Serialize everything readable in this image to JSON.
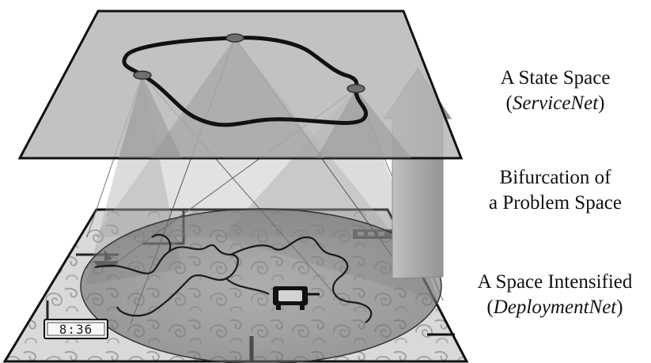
{
  "labels": {
    "state_space": {
      "line1": "A State Space",
      "open": "(",
      "name": "ServiceNet",
      "close": ")"
    },
    "bifurcation": {
      "line1": "Bifurcation of",
      "line2": "a Problem Space"
    },
    "intensified": {
      "line1": "A Space Intensified",
      "open": "(",
      "name": "DeploymentNet",
      "close": ")"
    }
  },
  "lower_plane": {
    "clock_text": "8:36"
  },
  "colors": {
    "upper_plane_fill": "#b4b4b4",
    "cone_fill": "#9a9a9a",
    "arrow_fill": "#b0b0b0",
    "ink": "#111111"
  }
}
